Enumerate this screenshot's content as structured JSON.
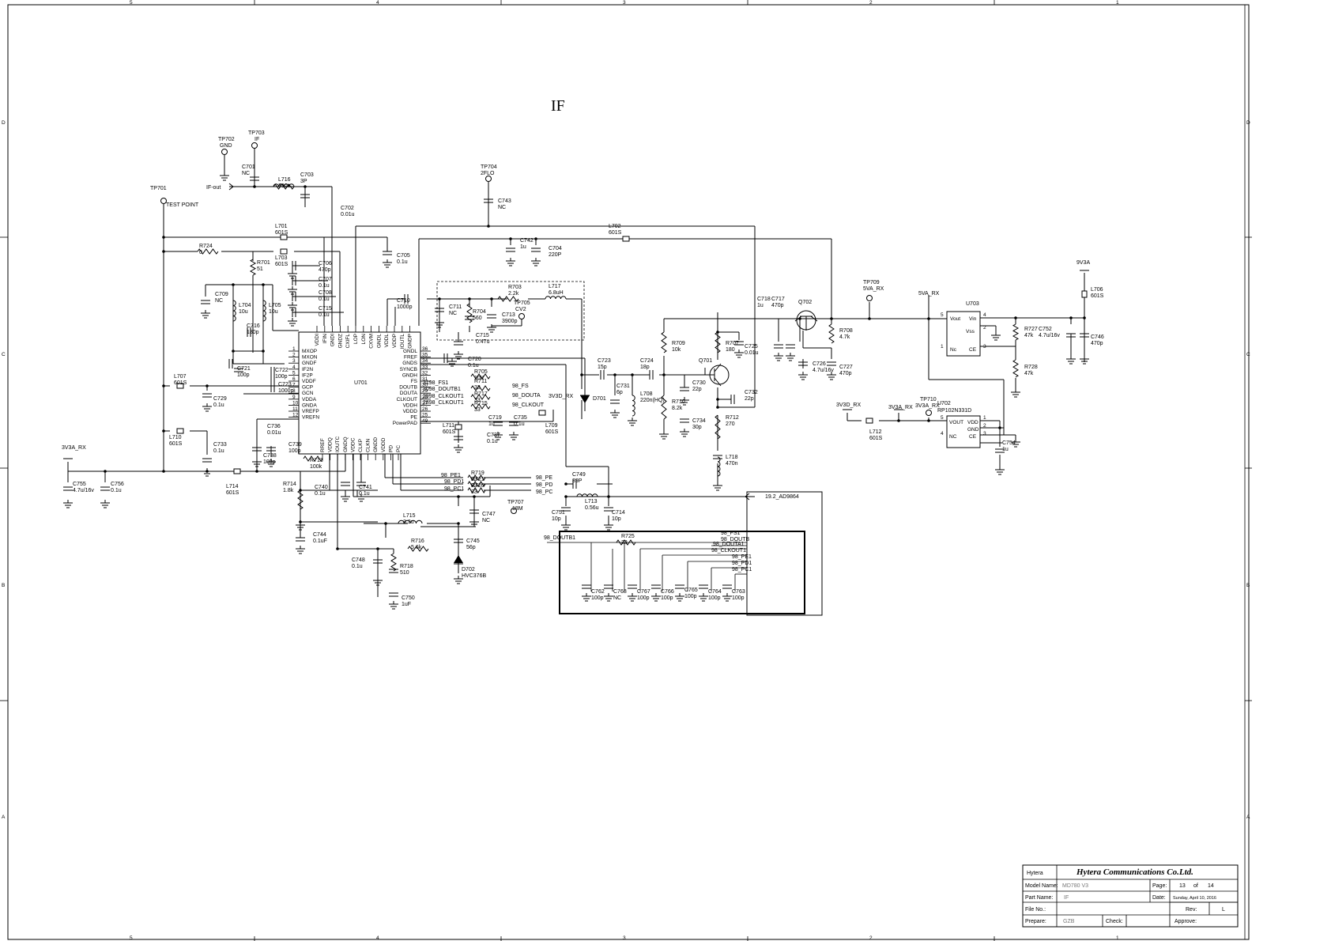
{
  "sheet_title": "IF",
  "border_cols": [
    "5",
    "4",
    "3",
    "2",
    "1"
  ],
  "border_rows": [
    "D",
    "C",
    "B",
    "A"
  ],
  "title_block": {
    "logo": "Hytera",
    "company": "Hytera Communications Co.Ltd.",
    "model_label": "Model Name:",
    "model_value": "MD780 V3",
    "part_label": "Part Name:",
    "part_value": "IF",
    "file_label": "File No.:",
    "prepare_label": "Prepare:",
    "prepare_value": "GZB",
    "check_label": "Check:",
    "page_label": "Page:",
    "page_value": "13",
    "page_of": "of",
    "page_total": "14",
    "date_label": "Date:",
    "date_value": "Sunday, April 10, 2016",
    "rev_label": "Rev:",
    "rev_value": "L",
    "approve_label": "Approve:"
  },
  "testpoints": {
    "tp702": [
      "TP702",
      "GND"
    ],
    "tp703": [
      "TP703",
      "IF"
    ],
    "tp701": [
      "TP701",
      "TEST POINT"
    ],
    "tp704": [
      "TP704",
      "2FLO"
    ],
    "tp705": [
      "TP705",
      "CV2"
    ],
    "tp707": [
      "TP707",
      "18M"
    ],
    "tp709": [
      "TP709",
      "5VA_RX"
    ],
    "tp710": [
      "TP710",
      "3V3A_RX"
    ]
  },
  "nets": {
    "if_out": "IF-out",
    "v3v3a_left": "3V3A_RX",
    "v3v3d_rx": "3V3D_RX",
    "v3v3d_rx2": "3V3D_RX",
    "v3v3a_rx": "3V3A_RX",
    "v5va_rx": "5VA_RX",
    "v9va": "9V3A",
    "ad9864": "19.2_AD9864",
    "n98_fs": "98_FS",
    "n98_douta": "98_DOUTA",
    "n98_clkout": "98_CLKOUT",
    "n98_pe": "98_PE",
    "n98_pd": "98_PD",
    "n98_pc": "98_PC",
    "n98_fs1": "98_FS1",
    "n98_doutb1": "98_DOUTB1",
    "n98_clkout1": "98_CLKOUT1",
    "n98_pe1": "98_PE1",
    "n98_pd1": "98_PD1",
    "n98_pc1": "98_PC1",
    "n98_fs1b": "98_FS1",
    "n98_doutb": "98_DOUTB",
    "n98_douta1": "98_DOUTA1",
    "n98_clkout1b": "98_CLKOUT1",
    "n98_pe1b": "98_PE1",
    "n98_pd1b": "98_PD1",
    "n98_pc1b": "98_PC1",
    "n98_doutb1b": "98_DOUTB1",
    "n3198": "3198_FS1",
    "n3098": "3098_DOUTB1",
    "n2998": "2998_CLKOUT1",
    "n2898": "2898_CLKOUT1"
  },
  "u701": {
    "ref": "U701",
    "left_pins": [
      [
        "1",
        "MXOP"
      ],
      [
        "2",
        "MXON"
      ],
      [
        "3",
        "GNDF"
      ],
      [
        "4",
        "IF2N"
      ],
      [
        "5",
        "IF2P"
      ],
      [
        "6",
        "VDDF"
      ],
      [
        "7",
        "GCP"
      ],
      [
        "8",
        "GCN"
      ],
      [
        "9",
        "VDDA"
      ],
      [
        "10",
        "GNDA"
      ],
      [
        "11",
        "VREFP"
      ],
      [
        "12",
        "VREFN"
      ]
    ],
    "right_pins": [
      [
        "36",
        "GNDL"
      ],
      [
        "35",
        "FREF"
      ],
      [
        "34",
        "GNDS"
      ],
      [
        "33",
        "SYNCB"
      ],
      [
        "32",
        "GNDH"
      ],
      [
        "31",
        "FS"
      ],
      [
        "30",
        "DOUTB"
      ],
      [
        "29",
        "DOUTA"
      ],
      [
        "28",
        "CLKOUT"
      ],
      [
        "27",
        "VDDH"
      ],
      [
        "26",
        "VDDD"
      ],
      [
        "25",
        "PE"
      ],
      [
        "49",
        "PowerPAD"
      ]
    ],
    "top_pins": [
      "VDDI",
      "IFIN",
      "GNDI",
      "GNDZ",
      "CXIFL",
      "LOP",
      "LON",
      "CXVM",
      "GNDL",
      "VDDL",
      "VDDP",
      "IOUTL",
      "GNDP"
    ],
    "bottom_pins": [
      "RREF",
      "VDDQ",
      "IOUTC",
      "GNDQ",
      "VDDC",
      "CLKP",
      "CLKN",
      "GNDD",
      "VDDD",
      "PD",
      "PC"
    ]
  },
  "u703": {
    "ref": "U703",
    "pins": [
      "Vout",
      "Vin",
      "Vss",
      "Nc",
      "CE"
    ],
    "nums": [
      "5",
      "4",
      "2",
      "1",
      "3"
    ]
  },
  "u702": {
    "ref": "U702",
    "part": "RP102N331D",
    "pins": [
      "VOUT",
      "VDD",
      "GND",
      "NC",
      "CE"
    ],
    "nums": [
      "5",
      "1",
      "2",
      "4",
      "3"
    ]
  },
  "parts": {
    "c701": [
      "C701",
      "NC"
    ],
    "l716": [
      "L716",
      "330n"
    ],
    "c703": [
      "C703",
      "3P"
    ],
    "c702": [
      "C702",
      "0.01u"
    ],
    "l701": [
      "L701",
      "601S"
    ],
    "r724": [
      "R724",
      "0"
    ],
    "r701": [
      "R701",
      "51"
    ],
    "l703": [
      "L703",
      "601S"
    ],
    "c705": [
      "C705",
      "0.1u"
    ],
    "c706": [
      "C706",
      "470p"
    ],
    "c707": [
      "C707",
      "0.1u"
    ],
    "c708": [
      "C708",
      "0.1u"
    ],
    "c715b": [
      "C715",
      "0.1u"
    ],
    "c709": [
      "C709",
      "NC"
    ],
    "l704": [
      "L704",
      "10u"
    ],
    "l705": [
      "L705",
      "10u"
    ],
    "c716": [
      "C716",
      "180p"
    ],
    "c721": [
      "C721",
      "100p"
    ],
    "c722": [
      "C722",
      "100p"
    ],
    "c723b": [
      "C723",
      "1000p"
    ],
    "l707": [
      "L707",
      "601S"
    ],
    "c729": [
      "C729",
      "0.1u"
    ],
    "l710": [
      "L710",
      "601S"
    ],
    "c733": [
      "C733",
      "0.1u"
    ],
    "c736": [
      "C736",
      "0.01u"
    ],
    "c738": [
      "C738",
      "100p"
    ],
    "c739": [
      "C739",
      "100p"
    ],
    "l714": [
      "L714",
      "601S"
    ],
    "r713": [
      "R713",
      "100k"
    ],
    "c755": [
      "C755",
      "4.7u/16v"
    ],
    "c756": [
      "C756",
      "0.1u"
    ],
    "r714": [
      "R714",
      "1.8k"
    ],
    "c740": [
      "C740",
      "0.1u"
    ],
    "c741": [
      "C741",
      "0.1u"
    ],
    "c744": [
      "C744",
      "0.1uF"
    ],
    "l715": [
      "L715",
      "3.3u"
    ],
    "c747": [
      "C747",
      "NC"
    ],
    "r716": [
      "R716",
      "5.6k"
    ],
    "c745": [
      "C745",
      "56p"
    ],
    "d702": [
      "D702",
      "HVC376B"
    ],
    "c748": [
      "C748",
      "0.1u"
    ],
    "r718": [
      "R718",
      "510"
    ],
    "c750": [
      "C750",
      "1uF"
    ],
    "c743": [
      "C743",
      "NC"
    ],
    "c742": [
      "C742",
      "1u"
    ],
    "c704": [
      "C704",
      "220P"
    ],
    "l702": [
      "L702",
      "601S"
    ],
    "c710": [
      "C710",
      "1000p"
    ],
    "c711": [
      "C711",
      "NC"
    ],
    "r704": [
      "R704",
      "560"
    ],
    "r703": [
      "R703",
      "2.2k"
    ],
    "c713": [
      "C713",
      "3900p"
    ],
    "l717": [
      "L717",
      "6.8uH"
    ],
    "c715": [
      "C715",
      "0.47u"
    ],
    "c720": [
      "C720",
      "0.1u"
    ],
    "r705": [
      "R705",
      "10K"
    ],
    "r711": [
      "R711",
      "33"
    ],
    "r717": [
      "R717",
      "33"
    ],
    "r715": [
      "R715",
      "33"
    ],
    "c719": [
      "C719",
      "1u"
    ],
    "c735": [
      "C735",
      "0.1u"
    ],
    "l709": [
      "L709",
      "601S"
    ],
    "l711": [
      "L711",
      "601S"
    ],
    "c737": [
      "C737",
      "0.1u"
    ],
    "r719": [
      "R719",
      "33"
    ],
    "r721": [
      "R721",
      "33"
    ],
    "r720": [
      "R720",
      "33"
    ],
    "c749": [
      "C749",
      "39P"
    ],
    "l713": [
      "L713",
      "0.56u"
    ],
    "c751": [
      "C751",
      "10p"
    ],
    "c714": [
      "C714",
      "10p"
    ],
    "c723": [
      "C723",
      "15p"
    ],
    "d701": [
      "D701",
      ""
    ],
    "c731": [
      "C731",
      "6p"
    ],
    "c724": [
      "C724",
      "18p"
    ],
    "l708": [
      "L708",
      "220n(HQ)"
    ],
    "r709": [
      "R709",
      "10k"
    ],
    "r710": [
      "R710",
      "8.2k"
    ],
    "c730": [
      "C730",
      "22p"
    ],
    "c734": [
      "C734",
      "30p"
    ],
    "q701": [
      "Q701",
      ""
    ],
    "r707": [
      "R707",
      "180"
    ],
    "c725": [
      "C725",
      "0.01u"
    ],
    "c732": [
      "C732",
      "22p"
    ],
    "r712": [
      "R712",
      "270"
    ],
    "l718": [
      "L718",
      "470n"
    ],
    "c718": [
      "C718",
      "1u"
    ],
    "c717": [
      "C717",
      "470p"
    ],
    "q702": [
      "Q702",
      ""
    ],
    "r708": [
      "R708",
      "4.7k"
    ],
    "c726": [
      "C726",
      "4.7u/16v"
    ],
    "c727": [
      "C727",
      "470p"
    ],
    "r727": [
      "R727",
      "47k"
    ],
    "c752": [
      "C752",
      "4.7u/16v"
    ],
    "c746": [
      "C746",
      "470p"
    ],
    "l706": [
      "L706",
      "601S"
    ],
    "r728": [
      "R728",
      "47k"
    ],
    "l712": [
      "L712",
      "601S"
    ],
    "c754": [
      "C754",
      "1u"
    ],
    "r725": [
      "R725",
      "33"
    ],
    "c762": [
      "C762",
      "100p"
    ],
    "c768": [
      "C768",
      "NC"
    ],
    "c767": [
      "C767",
      "100p"
    ],
    "c766": [
      "C766",
      "100p"
    ],
    "c765": [
      "C765",
      "100p"
    ],
    "c764": [
      "C764",
      "100p"
    ],
    "c763": [
      "C763",
      "100p"
    ]
  },
  "pin_nums": {
    "p1": "1",
    "p2": "2",
    "p3": "3"
  }
}
